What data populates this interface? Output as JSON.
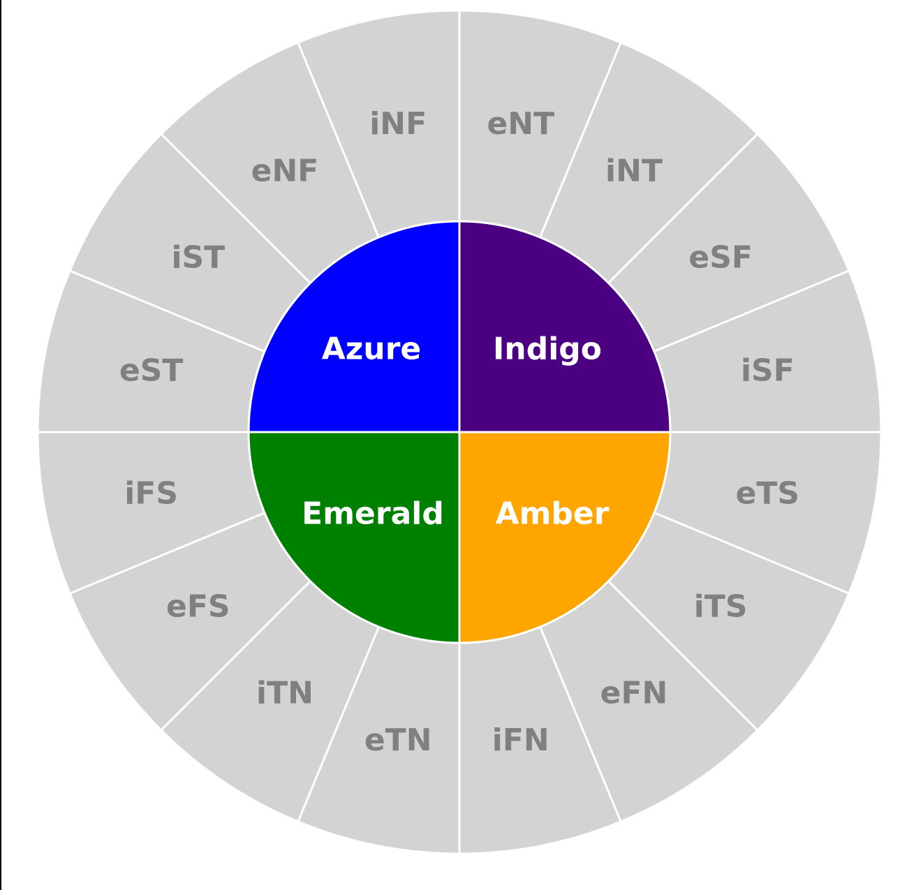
{
  "colors": {
    "outer_fill": "#d3d3d3",
    "outer_text": "#808080",
    "separator": "#ffffff",
    "inner_text": "#ffffff"
  },
  "quadrants": [
    {
      "label": "Azure",
      "color": "#0000ff"
    },
    {
      "label": "Indigo",
      "color": "#4b0082"
    },
    {
      "label": "Amber",
      "color": "#ffa500"
    },
    {
      "label": "Emerald",
      "color": "#008000"
    }
  ],
  "outer_segments": [
    {
      "label": "eNT"
    },
    {
      "label": "iNT"
    },
    {
      "label": "eSF"
    },
    {
      "label": "iSF"
    },
    {
      "label": "eTS"
    },
    {
      "label": "iTS"
    },
    {
      "label": "eFN"
    },
    {
      "label": "iFN"
    },
    {
      "label": "eTN"
    },
    {
      "label": "iTN"
    },
    {
      "label": "eFS"
    },
    {
      "label": "iFS"
    },
    {
      "label": "eST"
    },
    {
      "label": "iST"
    },
    {
      "label": "eNF"
    },
    {
      "label": "iNF"
    }
  ]
}
